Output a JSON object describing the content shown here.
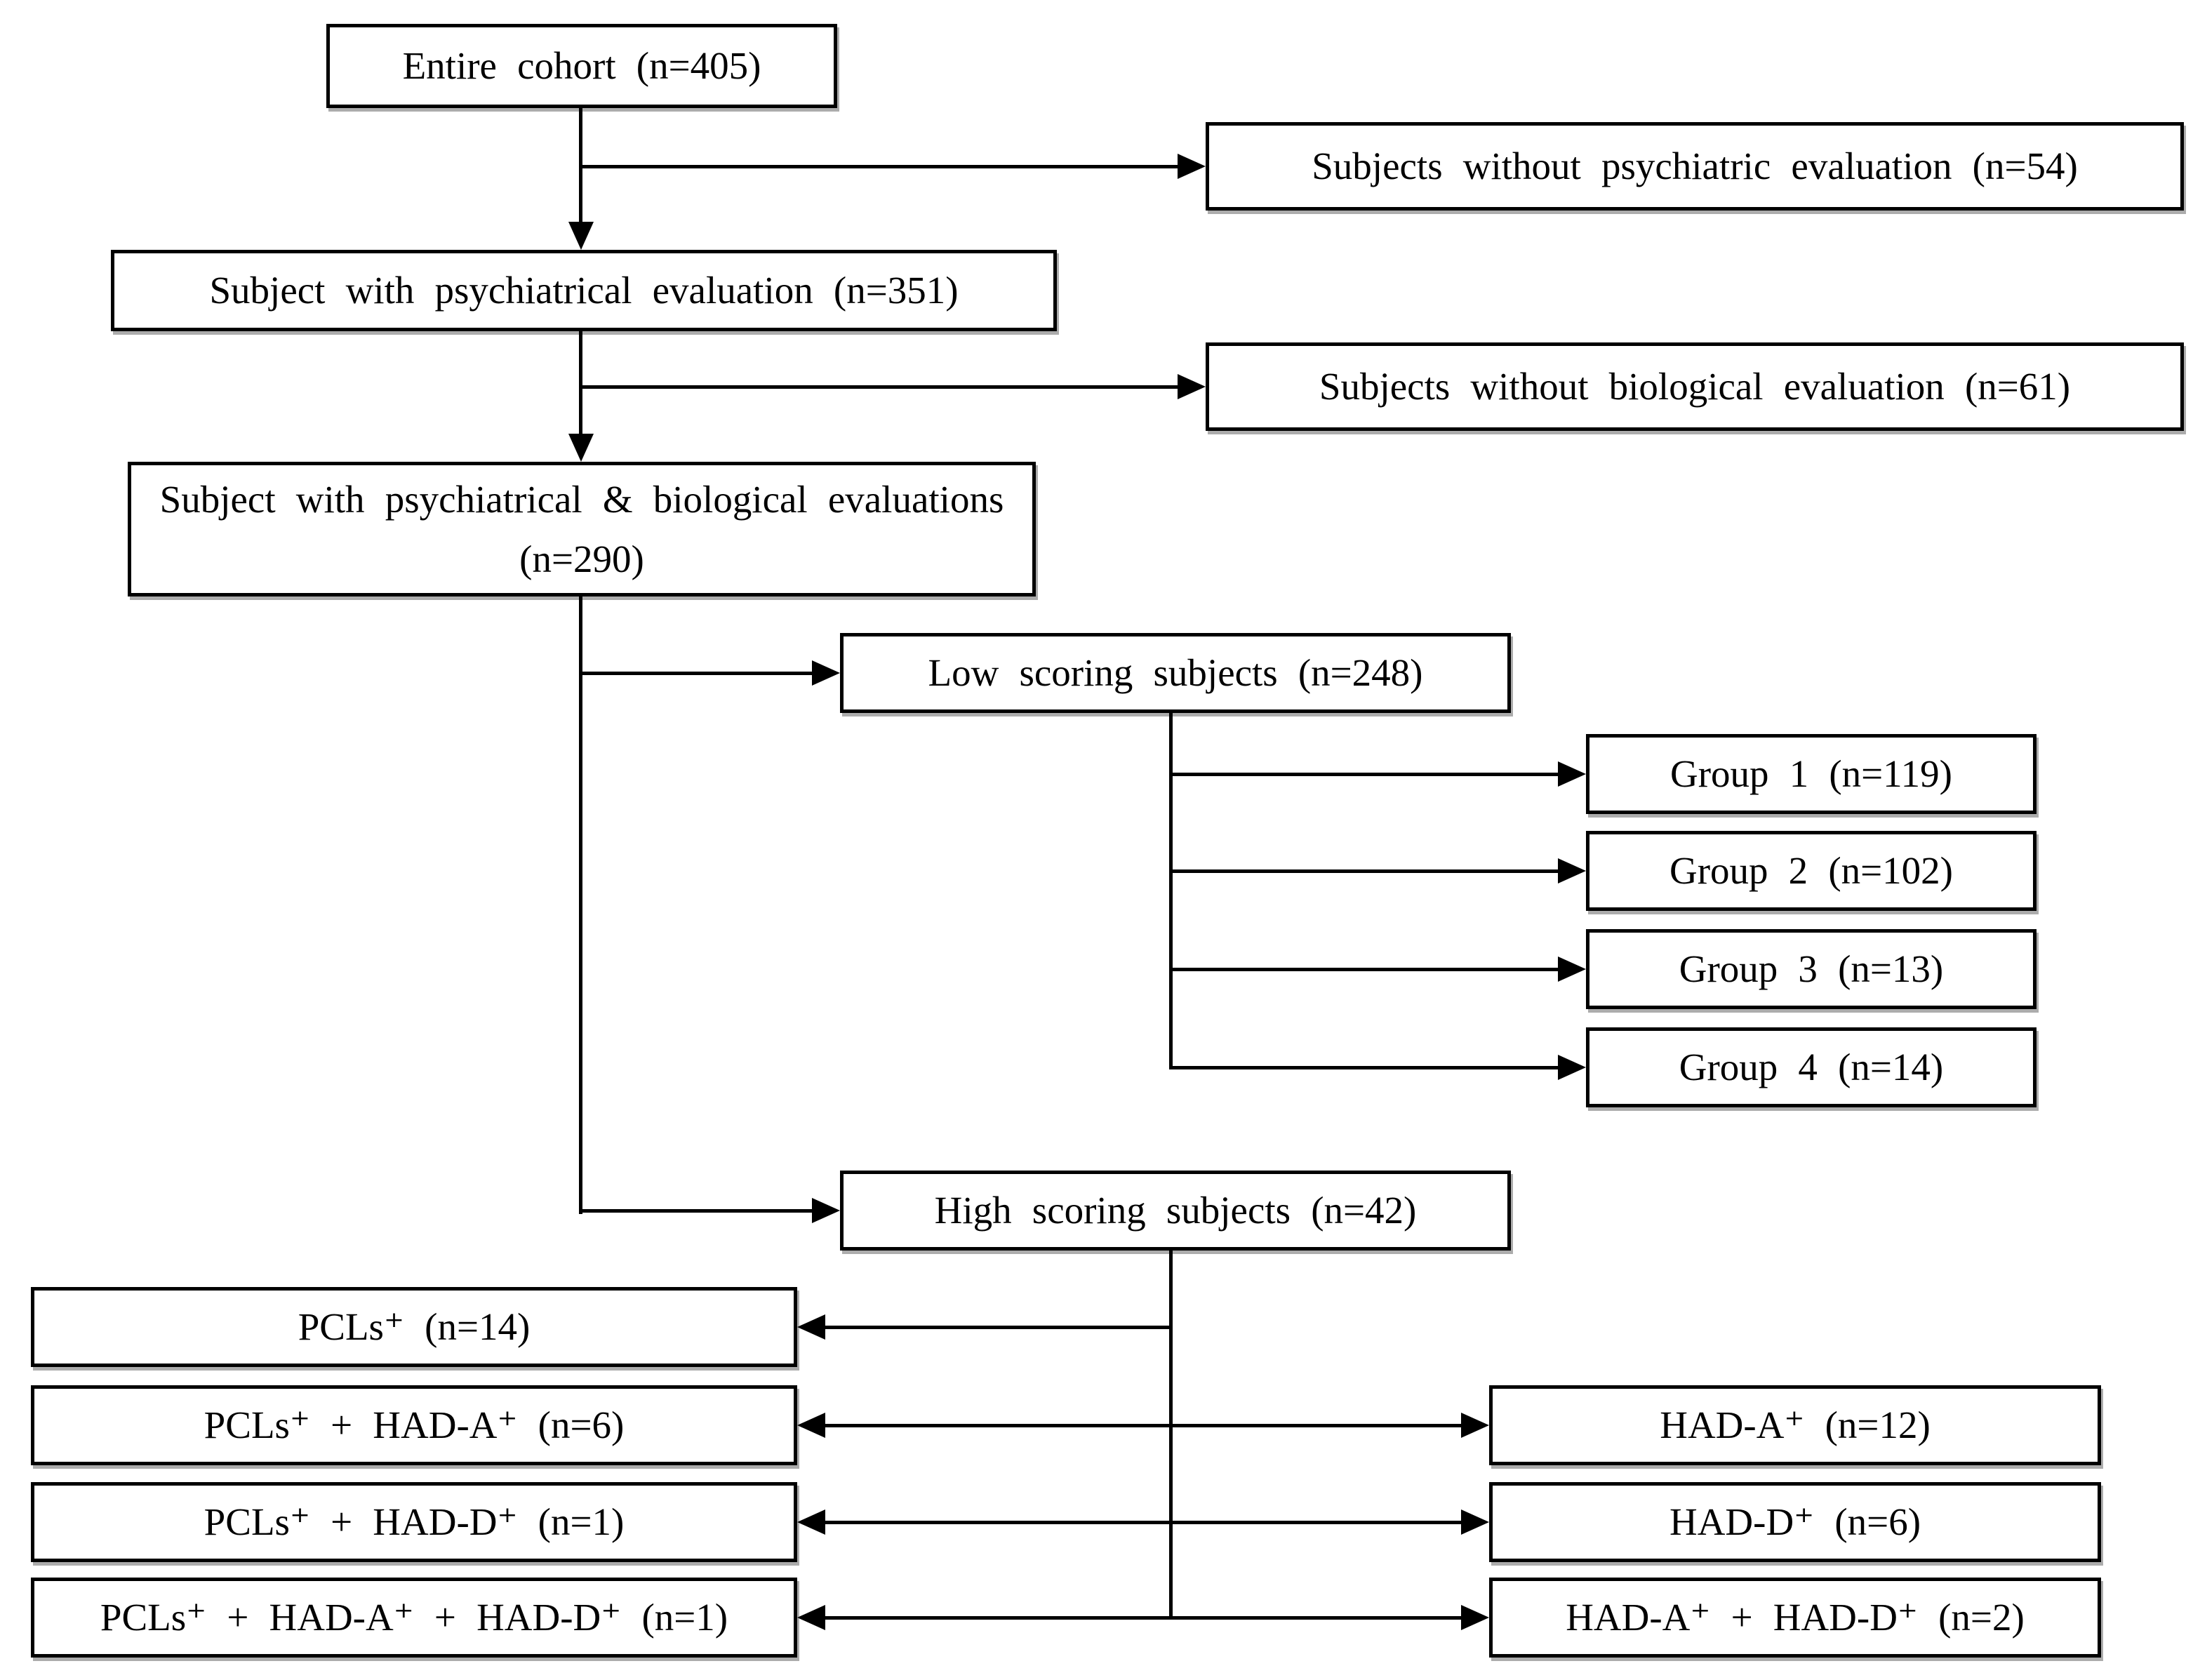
{
  "nodes": {
    "entire_cohort": {
      "label": "Entire cohort (n=405)"
    },
    "without_psych": {
      "label": "Subjects without psychiatric evaluation (n=54)"
    },
    "with_psych": {
      "label": "Subject with psychiatrical evaluation (n=351)"
    },
    "without_bio": {
      "label": "Subjects without biological evaluation (n=61)"
    },
    "with_psych_bio": {
      "label": "Subject with psychiatrical & biological evaluations (n=290)"
    },
    "low_scoring": {
      "label": "Low scoring subjects (n=248)"
    },
    "group1": {
      "label": "Group 1 (n=119)"
    },
    "group2": {
      "label": "Group 2 (n=102)"
    },
    "group3": {
      "label": "Group 3 (n=13)"
    },
    "group4": {
      "label": "Group 4 (n=14)"
    },
    "high_scoring": {
      "label": "High scoring subjects (n=42)"
    },
    "pcls": {
      "label": "PCLs⁺ (n=14)"
    },
    "pcls_hada": {
      "label": "PCLs⁺ + HAD-A⁺ (n=6)"
    },
    "pcls_hadd": {
      "label": "PCLs⁺ + HAD-D⁺ (n=1)"
    },
    "pcls_hada_hadd": {
      "label": "PCLs⁺ + HAD-A⁺ + HAD-D⁺ (n=1)"
    },
    "hada": {
      "label": "HAD-A⁺ (n=12)"
    },
    "hadd": {
      "label": "HAD-D⁺ (n=6)"
    },
    "hada_hadd": {
      "label": "HAD-A⁺ + HAD-D⁺ (n=2)"
    }
  },
  "edges": [
    {
      "from": "Entire cohort (n=405)",
      "to": "Subjects without psychiatric evaluation (n=54)"
    },
    {
      "from": "Entire cohort (n=405)",
      "to": "Subject with psychiatrical evaluation (n=351)"
    },
    {
      "from": "Subject with psychiatrical evaluation (n=351)",
      "to": "Subjects without biological evaluation (n=61)"
    },
    {
      "from": "Subject with psychiatrical evaluation (n=351)",
      "to": "Subject with psychiatrical & biological evaluations (n=290)"
    },
    {
      "from": "Subject with psychiatrical & biological evaluations (n=290)",
      "to": "Low scoring subjects (n=248)"
    },
    {
      "from": "Subject with psychiatrical & biological evaluations (n=290)",
      "to": "High scoring subjects (n=42)"
    },
    {
      "from": "Low scoring subjects (n=248)",
      "to": "Group 1 (n=119)"
    },
    {
      "from": "Low scoring subjects (n=248)",
      "to": "Group 2 (n=102)"
    },
    {
      "from": "Low scoring subjects (n=248)",
      "to": "Group 3 (n=13)"
    },
    {
      "from": "Low scoring subjects (n=248)",
      "to": "Group 4 (n=14)"
    },
    {
      "from": "High scoring subjects (n=42)",
      "to": "PCLs⁺ (n=14)"
    },
    {
      "from": "High scoring subjects (n=42)",
      "to": "PCLs⁺ + HAD-A⁺ (n=6)"
    },
    {
      "from": "High scoring subjects (n=42)",
      "to": "PCLs⁺ + HAD-D⁺ (n=1)"
    },
    {
      "from": "High scoring subjects (n=42)",
      "to": "PCLs⁺ + HAD-A⁺ + HAD-D⁺ (n=1)"
    },
    {
      "from": "High scoring subjects (n=42)",
      "to": "HAD-A⁺ (n=12)"
    },
    {
      "from": "High scoring subjects (n=42)",
      "to": "HAD-D⁺ (n=6)"
    },
    {
      "from": "High scoring subjects (n=42)",
      "to": "HAD-A⁺ + HAD-D⁺ (n=2)"
    }
  ],
  "style": {
    "line_color": "#000000",
    "box_border_color": "#000000",
    "box_background": "#ffffff",
    "text_color": "#000000",
    "page_background": "#ffffff"
  }
}
